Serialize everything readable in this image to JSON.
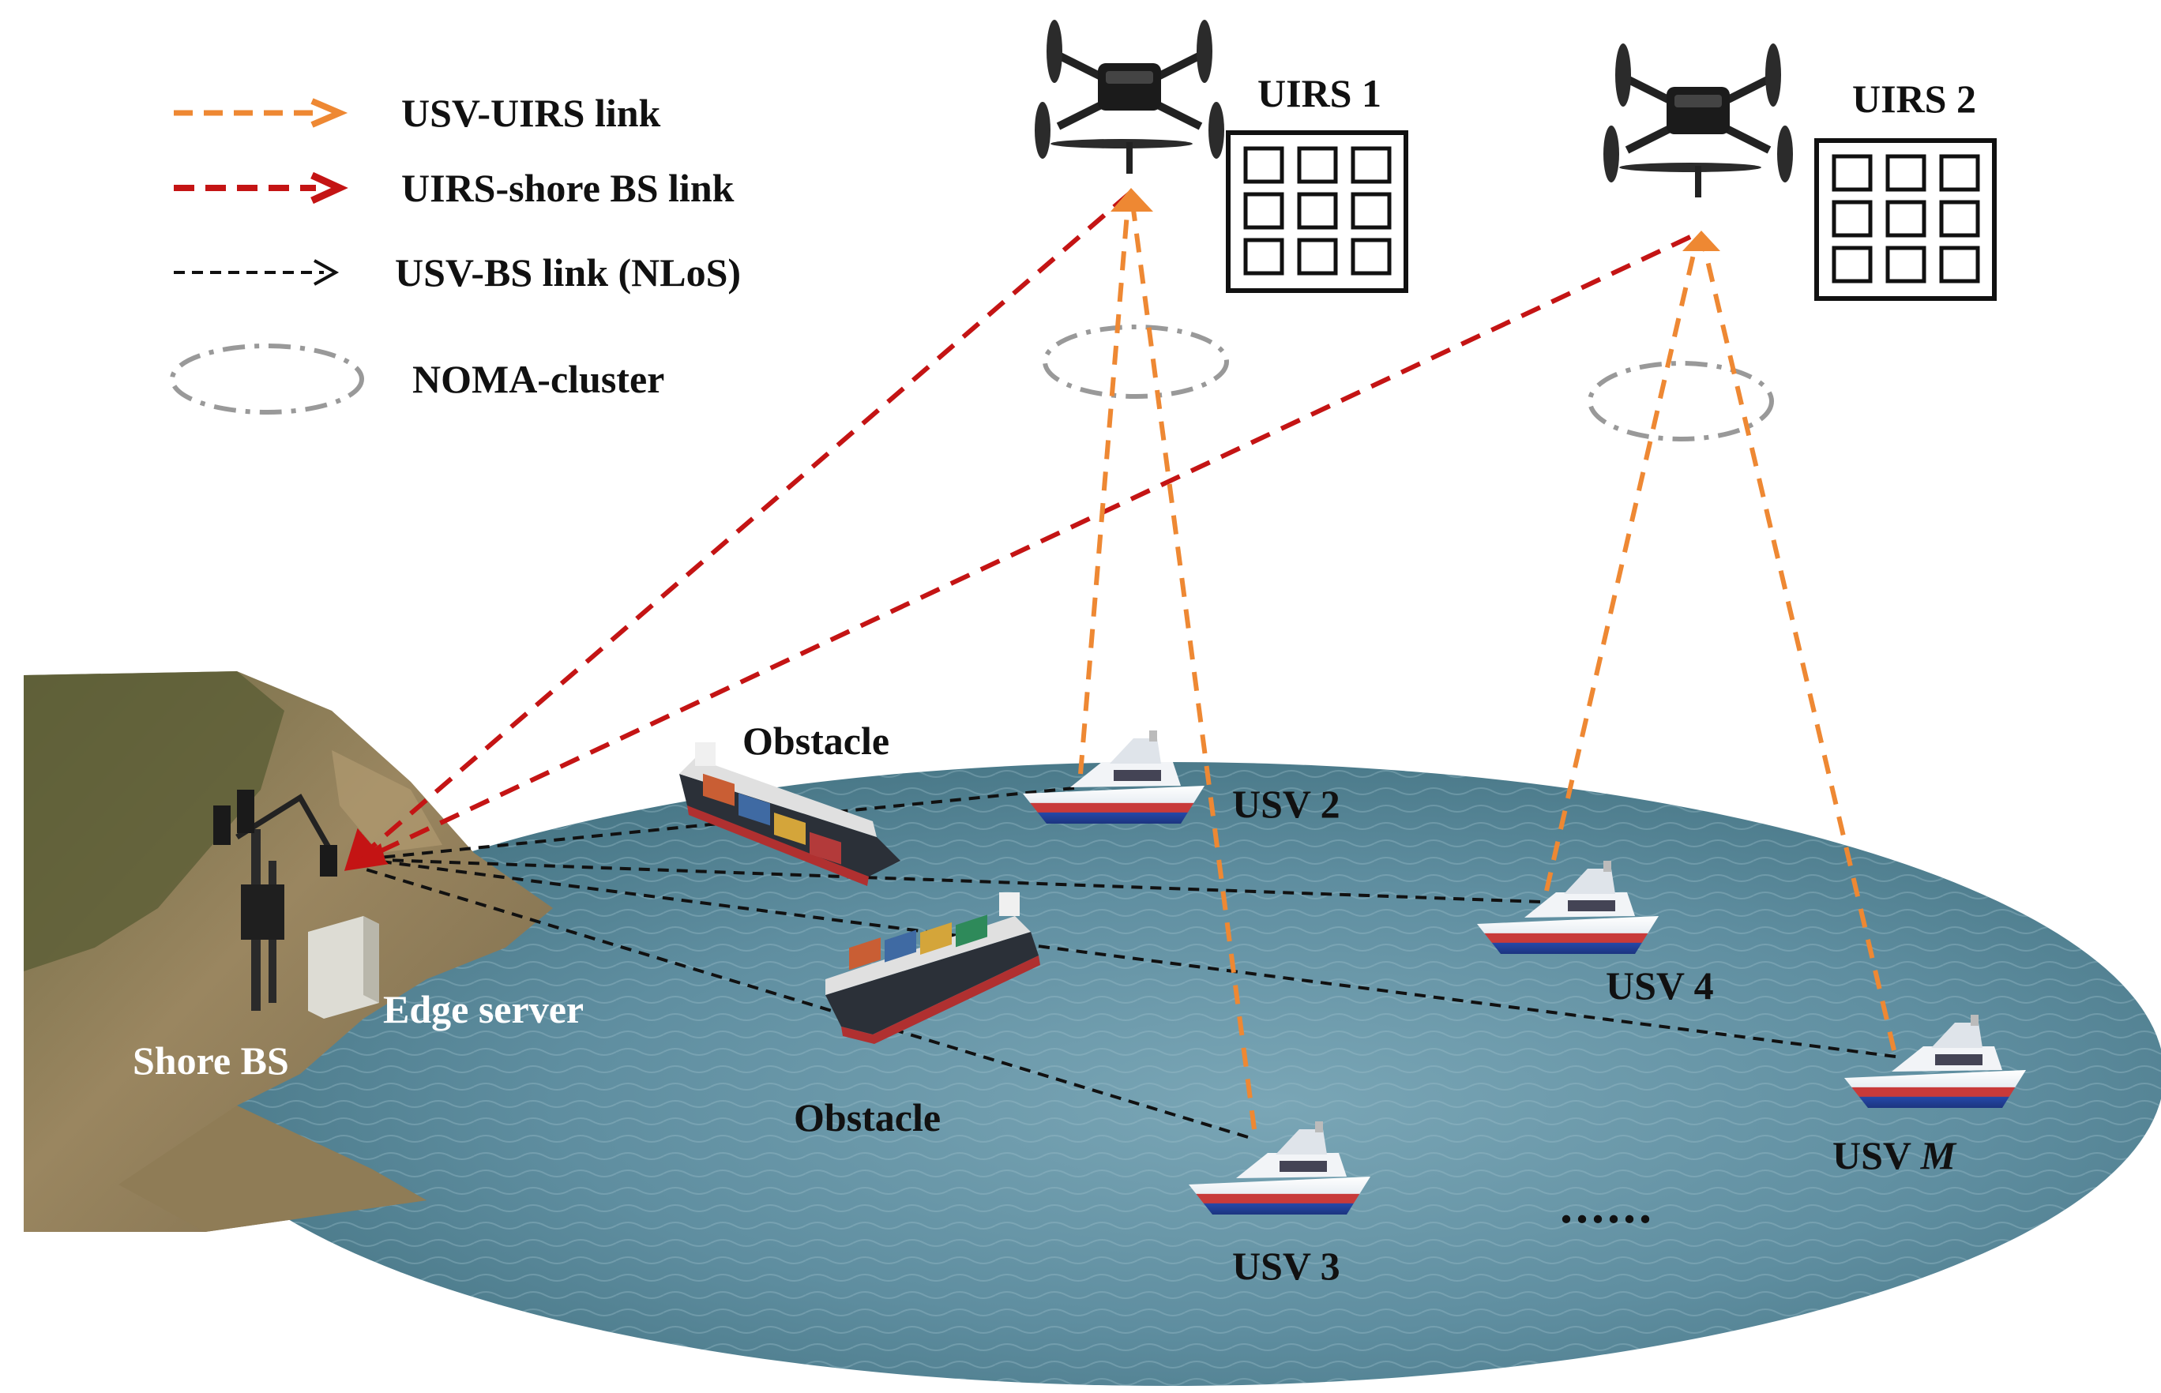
{
  "legend": {
    "items": [
      {
        "label": "USV-UIRS link",
        "color": "#ee8833",
        "style": "dashed-orange"
      },
      {
        "label": "UIRS-shore BS link",
        "color": "#c41414",
        "style": "dashed-red"
      },
      {
        "label": "USV-BS link (NLoS)",
        "color": "#111111",
        "style": "dashed-black"
      },
      {
        "label": "NOMA-cluster",
        "color": "#999999",
        "style": "dash-dot-ellipse"
      }
    ]
  },
  "uirs": [
    {
      "label": "UIRS 1"
    },
    {
      "label": "UIRS 2"
    }
  ],
  "usvs": [
    {
      "label_prefix": "USV",
      "label_index": "2"
    },
    {
      "label_prefix": "USV",
      "label_index": "3"
    },
    {
      "label_prefix": "USV",
      "label_index": "4"
    },
    {
      "label_prefix": "USV",
      "label_index": "M"
    }
  ],
  "obstacles": [
    {
      "label": "Obstacle"
    },
    {
      "label": "Obstacle"
    }
  ],
  "shore": {
    "bs_label": "Shore BS",
    "edge_label": "Edge server"
  },
  "ellipsis": "......",
  "colors": {
    "orange_link": "#ee8833",
    "red_link": "#c41414",
    "black_link": "#111111",
    "cluster": "#999999",
    "sea": "#5f8ea0"
  }
}
